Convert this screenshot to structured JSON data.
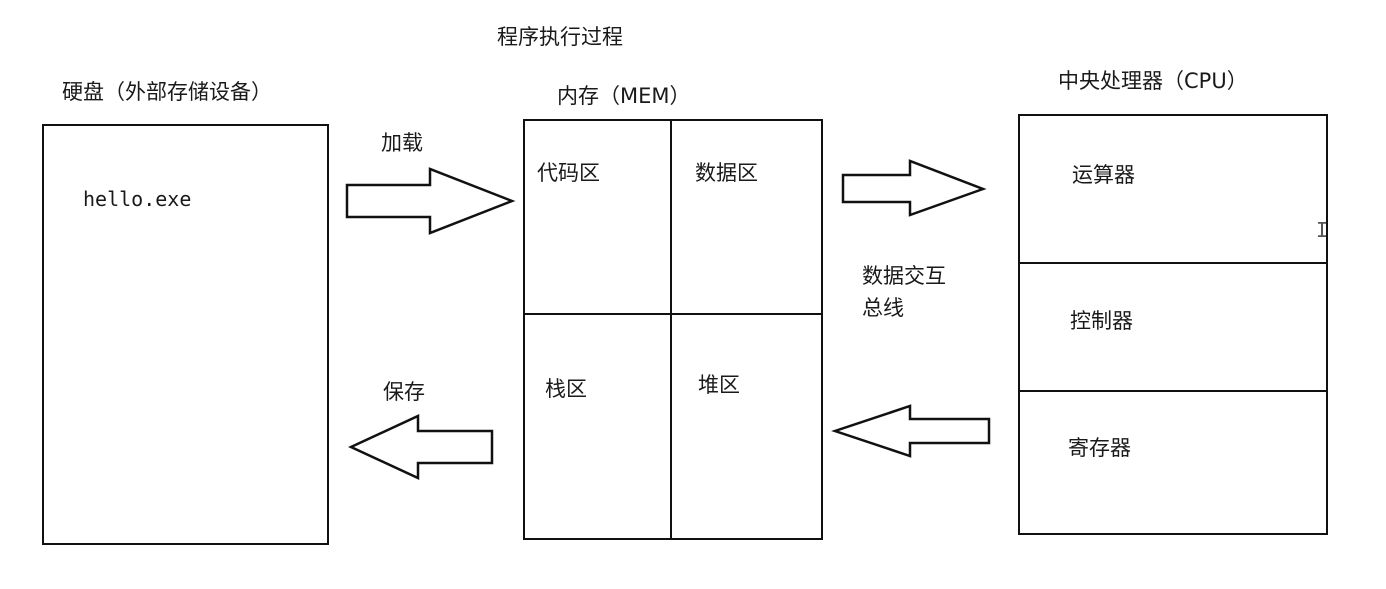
{
  "title": "程序执行过程",
  "disk": {
    "heading": "硬盘（外部存储设备）",
    "file": "hello.exe"
  },
  "memory": {
    "heading": "内存（MEM）",
    "regions": [
      "代码区",
      "数据区",
      "栈区",
      "堆区"
    ]
  },
  "cpu": {
    "heading": "中央处理器（CPU）",
    "units": [
      "运算器",
      "控制器",
      "寄存器"
    ]
  },
  "arrows": {
    "load": "加载",
    "save": "保存",
    "bus_line1": "数据交互",
    "bus_line2": "总线"
  },
  "cursor_glyph": "I"
}
